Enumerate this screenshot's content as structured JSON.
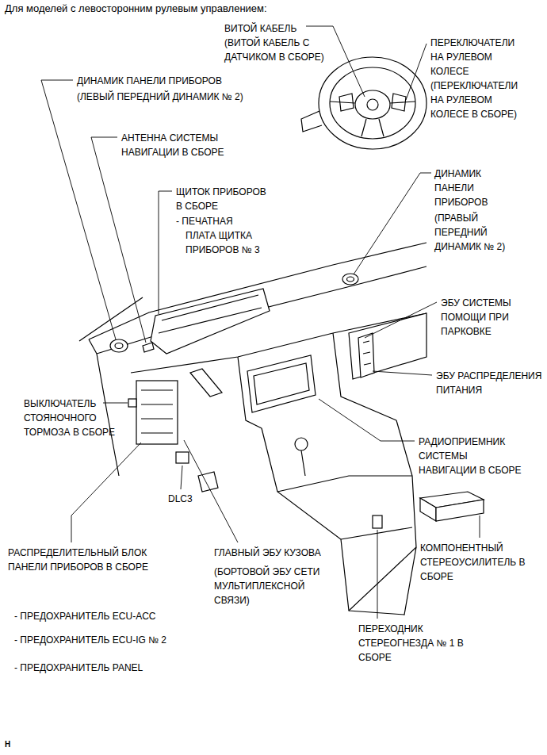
{
  "diagram": {
    "title": "Для моделей с левосторонним рулевым управлением:",
    "labels": [
      "ВИТОЙ КАБЕЛЬ",
      "(ВИТОЙ КАБЕЛЬ С ДАТЧИКОМ В СБОРЕ)",
      "ПЕРЕКЛЮЧАТЕЛИ НА РУЛЕВОМ КОЛЕСЕ",
      "(ПЕРЕКЛЮЧАТЕЛИ НА РУЛЕВОМ КОЛЕСЕ В СБОРЕ)",
      "ДИНАМИК ПАНЕЛИ ПРИБОРОВ",
      "(ЛЕВЫЙ ПЕРЕДНИЙ ДИНАМИК № 2)",
      "АНТЕННА СИСТЕМЫ НАВИГАЦИИ В СБОРЕ",
      "ЩИТОК ПРИБОРОВ В СБОРЕ",
      "- ПЕЧАТНАЯ ПЛАТА ЩИТКА ПРИБОРОВ № 3",
      "ДИНАМИК ПАНЕЛИ ПРИБОРОВ",
      "(ПРАВЫЙ ПЕРЕДНИЙ ДИНАМИК № 2)",
      "ЭБУ СИСТЕМЫ ПОМОЩИ ПРИ ПАРКОВКЕ",
      "ЭБУ РАСПРЕДЕЛЕНИЯ ПИТАНИЯ",
      "ВЫКЛЮЧАТЕЛЬ СТОЯНОЧНОГО ТОРМОЗА В СБОРЕ",
      "РАДИОПРИЕМНИК СИСТЕМЫ НАВИГАЦИИ В СБОРЕ",
      "DLC3",
      "КОМПОНЕНТНЫЙ СТЕРЕОУСИЛИТЕЛЬ В СБОРЕ",
      "РАСПРЕДЕЛИТЕЛЬНЫЙ БЛОК ПАНЕЛИ ПРИБОРОВ В СБОРЕ",
      "ГЛАВНЫЙ ЭБУ КУЗОВА",
      "(БОРТОВОЙ ЭБУ СЕТИ МУЛЬТИПЛЕКСНОЙ СВЯЗИ)",
      "- ПРЕДОХРАНИТЕЛЬ ECU-ACC",
      "- ПРЕДОХРАНИТЕЛЬ ECU-IG № 2",
      "- ПРЕДОХРАНИТЕЛЬ PANEL",
      "ПЕРЕХОДНИК СТЕРЕОГНЕЗДА № 1 В СБОРЕ",
      "H"
    ]
  }
}
